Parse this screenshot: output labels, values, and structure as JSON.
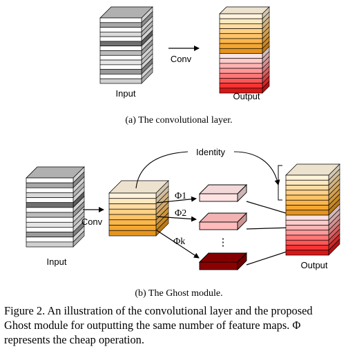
{
  "panel_a": {
    "input_label": "Input",
    "conv_label": "Conv",
    "output_label": "Output",
    "caption": "(a)  The convolutional layer."
  },
  "panel_b": {
    "input_label": "Input",
    "conv_label": "Conv",
    "identity_label": "Identity",
    "phi_labels": [
      "Φ1",
      "Φ2",
      "Φk"
    ],
    "ellipsis": "⋮",
    "output_label": "Output",
    "caption": "(b)  The Ghost module."
  },
  "figure_caption": [
    "Figure 2. An illustration of the convolutional layer and the proposed",
    "Ghost module for outputting the same number of feature maps. Φ",
    "represents the cheap operation."
  ],
  "colors": {
    "input_gray_layers": [
      "#ffffff",
      "#a8a8a8",
      "#ffffff",
      "#d9d9d9",
      "#ffffff",
      "#707070",
      "#ffffff",
      "#bcbcbc",
      "#ffffff",
      "#e5e5e5",
      "#ffffff",
      "#9a9a9a",
      "#ffffff",
      "#d0d0d0"
    ],
    "orange_layers": [
      "#fff3dc",
      "#ffe8bf",
      "#ffdca2",
      "#ffd085",
      "#ffc468",
      "#fbb64c",
      "#f3a733",
      "#e5941f"
    ],
    "red_layers": [
      "#ffe3e3",
      "#ffcccc",
      "#ffb3b3",
      "#ff9999",
      "#ff7878",
      "#ff5656",
      "#f33434",
      "#d61818"
    ],
    "ghost_map_1": "#ffe3e3",
    "ghost_map_2": "#ffbcbc",
    "ghost_map_k": "#8b0000"
  }
}
